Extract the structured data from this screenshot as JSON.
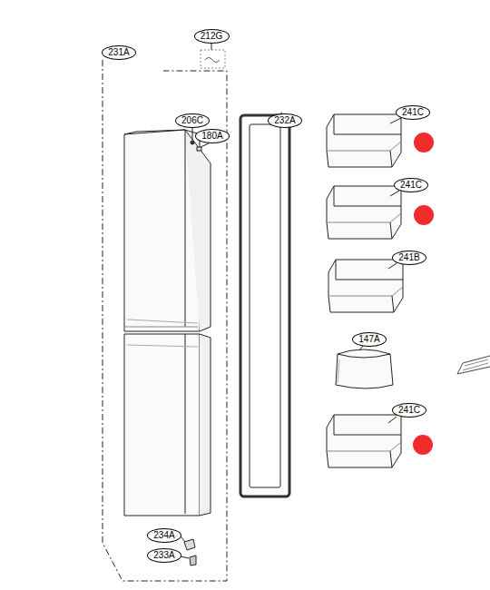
{
  "diagram": {
    "nodes": [
      {
        "text": [
          "231A"
        ]
      },
      {
        "text": [
          "212G"
        ]
      },
      {
        "text": [
          "206C"
        ]
      },
      {
        "text": [
          "180A"
        ]
      },
      {
        "text": [
          "232A"
        ]
      },
      {
        "text": [
          "241C"
        ]
      },
      {
        "text": [
          "241C"
        ]
      },
      {
        "text": [
          "241B"
        ]
      },
      {
        "text": [
          "147A"
        ]
      },
      {
        "text": [
          "241C"
        ]
      },
      {
        "text": [
          "234A"
        ]
      },
      {
        "text": [
          "233A"
        ]
      }
    ]
  }
}
